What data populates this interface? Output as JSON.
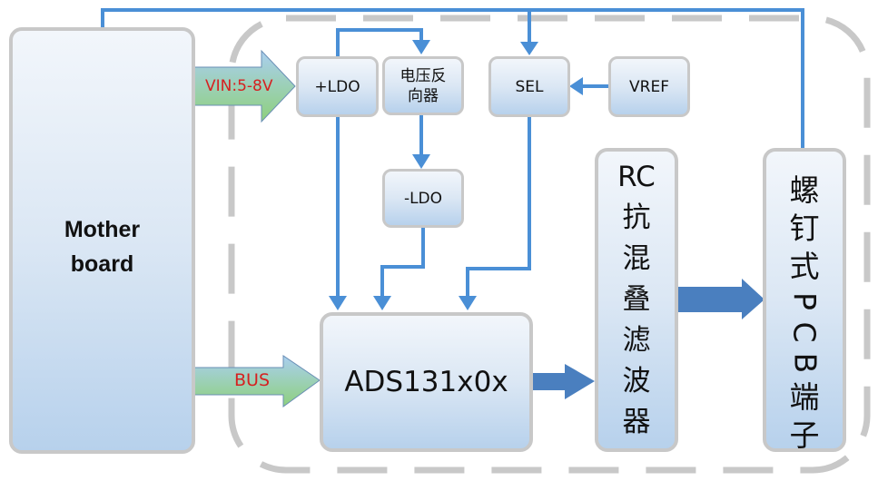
{
  "diagram": {
    "colors": {
      "connector": "#4a8fd6",
      "thick_arrow": "#4a7fbf",
      "box_border": "#c8c8c8",
      "dashed_border": "#c8c8c8",
      "label_red": "#d62020",
      "fat_arrow_top": "#a9cdef",
      "fat_arrow_bottom": "#8fd080"
    },
    "blocks": {
      "motherboard": {
        "line1": "Mother",
        "line2": "board"
      },
      "pos_ldo": "+LDO",
      "inverter": {
        "line1": "电压反",
        "line2": "向器"
      },
      "neg_ldo": "-LDO",
      "sel": "SEL",
      "vref": "VREF",
      "adc": "ADS131x0x",
      "rc_filter": [
        "RC",
        "抗",
        "混",
        "叠",
        "滤",
        "波",
        "器"
      ],
      "terminal": [
        "螺",
        "钉",
        "式",
        "P",
        "C",
        "B",
        "端",
        "子"
      ]
    },
    "arrows": {
      "vin": "VIN:5-8V",
      "bus": "BUS"
    }
  }
}
